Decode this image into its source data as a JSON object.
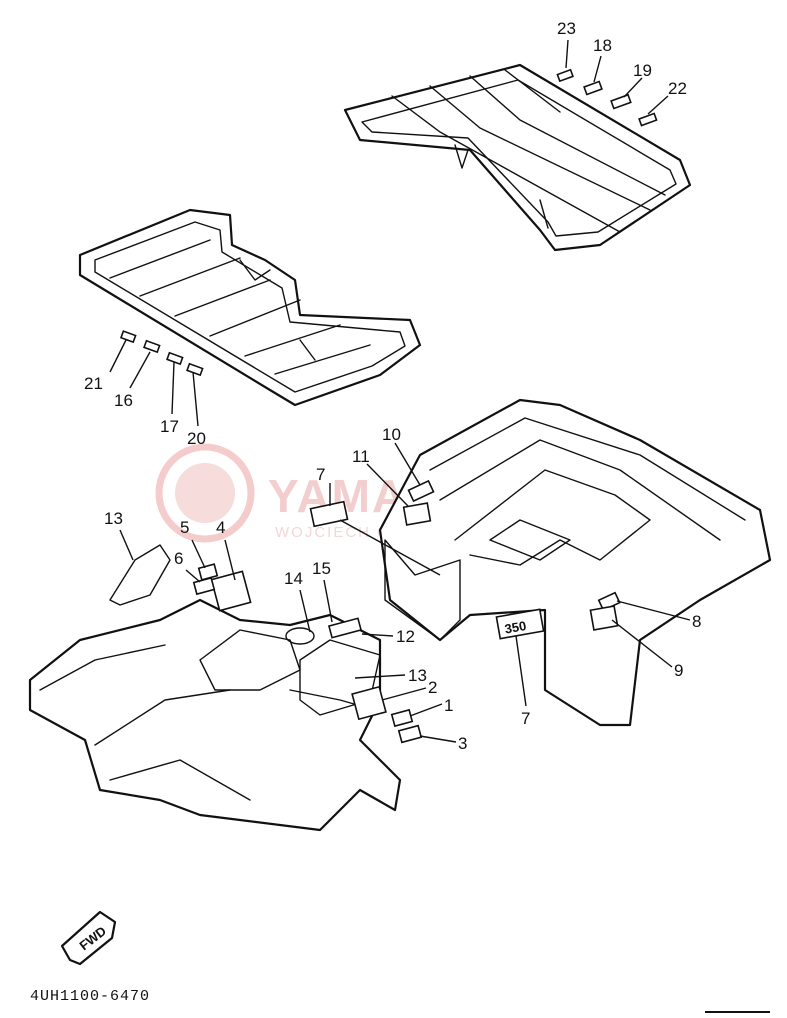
{
  "diagram_code": "4UH1100-6470",
  "direction_tag": "FWD",
  "model_badge": "350",
  "watermark": {
    "brand": "YAMASKLEP.PL",
    "subtitle": "WOJCIECH GRZ DEALER YAMAHA"
  },
  "callouts": [
    {
      "id": "c23",
      "label": "23"
    },
    {
      "id": "c18",
      "label": "18"
    },
    {
      "id": "c19",
      "label": "19"
    },
    {
      "id": "c22",
      "label": "22"
    },
    {
      "id": "c21",
      "label": "21"
    },
    {
      "id": "c16",
      "label": "16"
    },
    {
      "id": "c17",
      "label": "17"
    },
    {
      "id": "c20",
      "label": "20"
    },
    {
      "id": "c10",
      "label": "10"
    },
    {
      "id": "c11",
      "label": "11"
    },
    {
      "id": "c7a",
      "label": "7"
    },
    {
      "id": "c13a",
      "label": "13"
    },
    {
      "id": "c5",
      "label": "5"
    },
    {
      "id": "c4",
      "label": "4"
    },
    {
      "id": "c6",
      "label": "6"
    },
    {
      "id": "c14",
      "label": "14"
    },
    {
      "id": "c15",
      "label": "15"
    },
    {
      "id": "c12",
      "label": "12"
    },
    {
      "id": "c13b",
      "label": "13"
    },
    {
      "id": "c2",
      "label": "2"
    },
    {
      "id": "c1",
      "label": "1"
    },
    {
      "id": "c3",
      "label": "3"
    },
    {
      "id": "c8",
      "label": "8"
    },
    {
      "id": "c9",
      "label": "9"
    },
    {
      "id": "c7b",
      "label": "7"
    }
  ]
}
